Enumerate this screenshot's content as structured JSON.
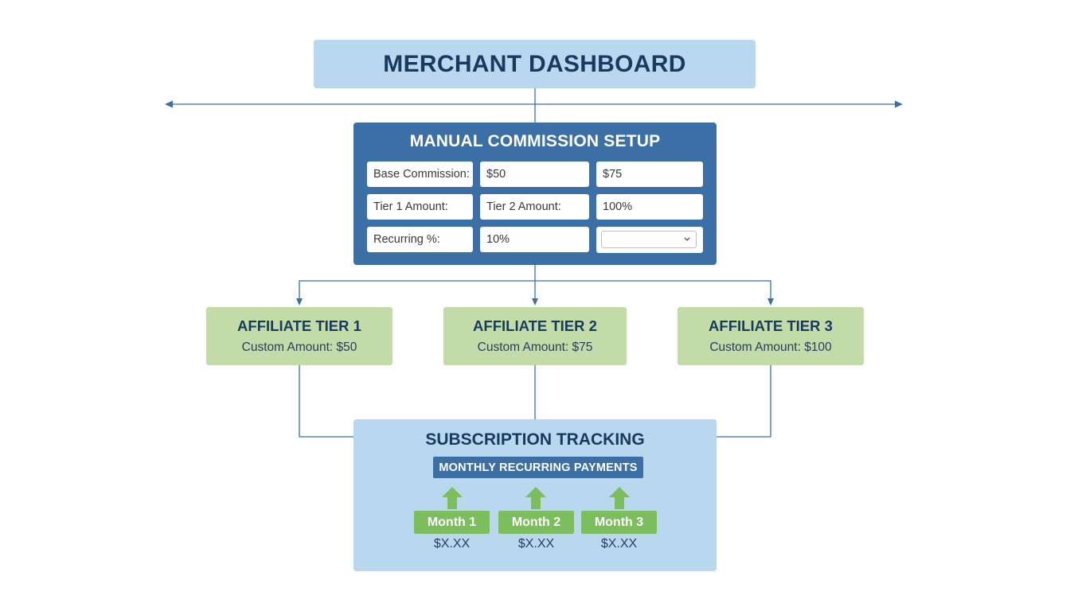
{
  "header": {
    "title": "MERCHANT DASHBOARD"
  },
  "commission_setup": {
    "title": "MANUAL COMMISSION SETUP",
    "fields": [
      [
        "Base Commission:",
        "$50",
        "$75"
      ],
      [
        "Tier 1 Amount:",
        "Tier 2 Amount:",
        "100%"
      ],
      [
        "Recurring %:",
        "10%"
      ]
    ],
    "select": {
      "value": ""
    }
  },
  "tiers": [
    {
      "title": "AFFILIATE TIER 1",
      "amount": "Custom Amount: $50"
    },
    {
      "title": "AFFILIATE TIER 2",
      "amount": "Custom Amount: $75"
    },
    {
      "title": "AFFILIATE TIER 3",
      "amount": "Custom Amount: $100"
    }
  ],
  "subscription": {
    "title": "SUBSCRIPTION TRACKING",
    "banner": "MONTHLY RECURRING PAYMENTS",
    "months": [
      {
        "label": "Month 1",
        "value": "$X.XX"
      },
      {
        "label": "Month 2",
        "value": "$X.XX"
      },
      {
        "label": "Month 3",
        "value": "$X.XX"
      }
    ]
  },
  "colors": {
    "light_blue": "#b9d8f0",
    "dark_blue": "#3c6fa5",
    "navy_text": "#173a5e",
    "tier_green": "#c2dba9",
    "month_green": "#7cbe5e",
    "connector": "#3c6fa5"
  },
  "icons": [
    "arrow-left-icon",
    "arrow-right-icon",
    "arrow-down-icon",
    "arrow-up-icon",
    "chevron-down-icon"
  ]
}
